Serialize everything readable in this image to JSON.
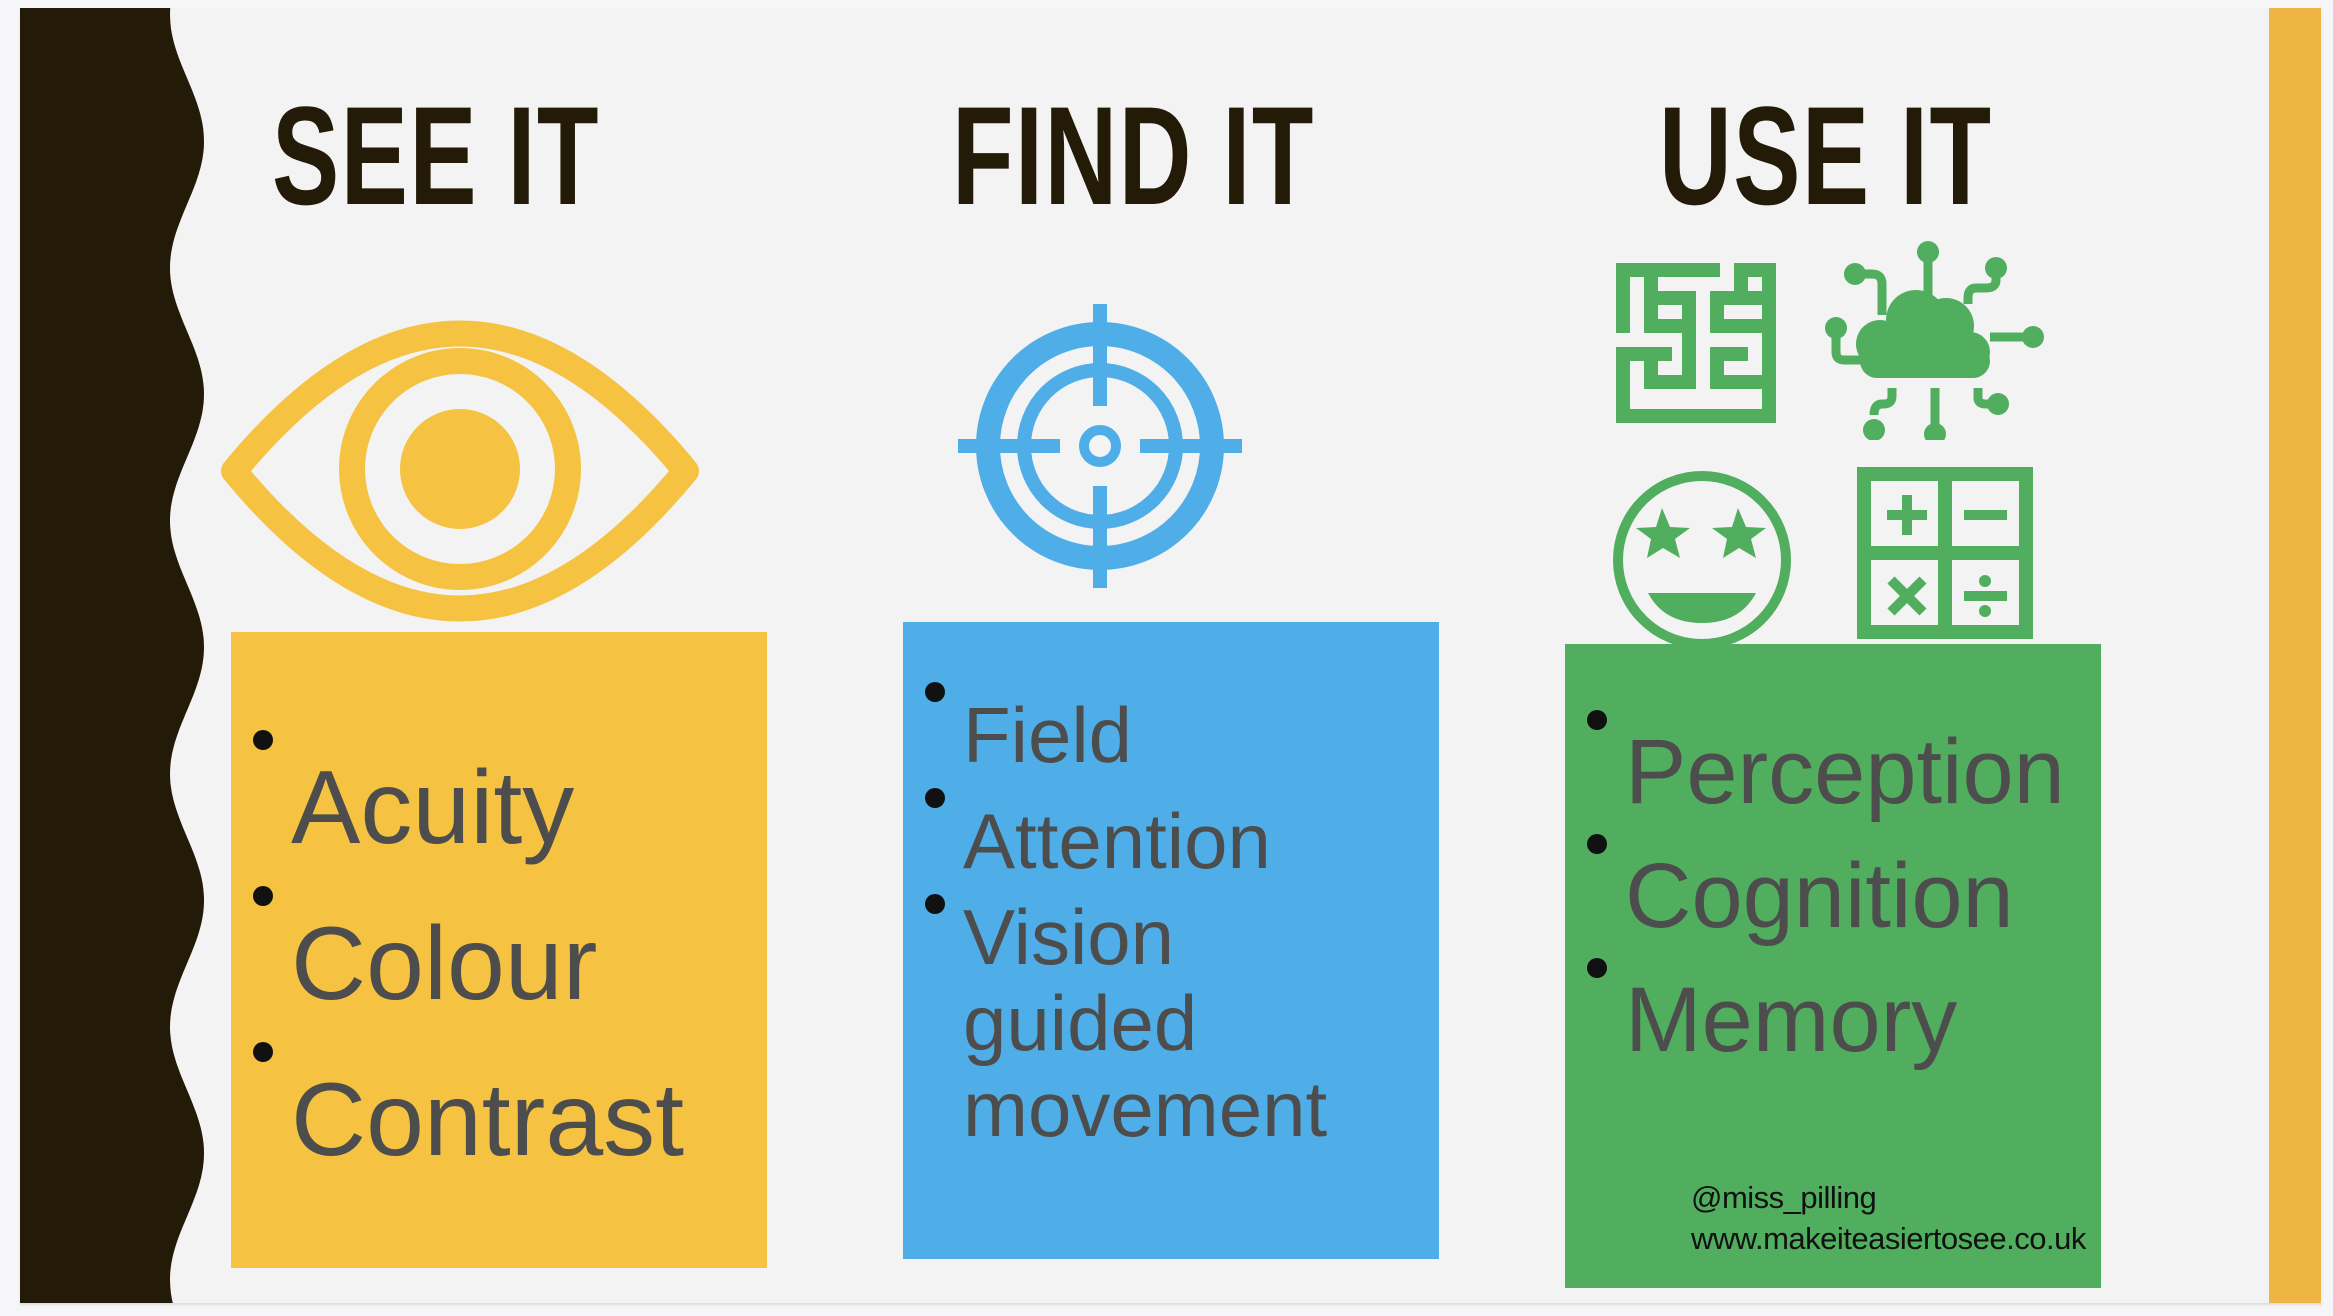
{
  "colors": {
    "see": "#F5C242",
    "find": "#4FADE8",
    "use": "#50AE5E",
    "dark_band": "#231a08",
    "right_bar": "#EEB545",
    "text": "#4d4d4d"
  },
  "columns": [
    {
      "heading": "SEE IT",
      "icon": "eye-icon",
      "items": [
        "Acuity",
        "Colour",
        "Contrast"
      ]
    },
    {
      "heading": "FIND IT",
      "icon": "crosshair-target-icon",
      "items": [
        "Field",
        "Attention",
        "Vision guided movement"
      ]
    },
    {
      "heading": "USE IT",
      "icons": [
        "maze-icon",
        "cloud-network-icon",
        "star-eyes-smiley-icon",
        "calculator-icon"
      ],
      "items": [
        "Perception",
        "Cognition",
        "Memory"
      ]
    }
  ],
  "credits": {
    "handle": "@miss_pilling",
    "website": "www.makeiteasiertosee.co.uk"
  }
}
